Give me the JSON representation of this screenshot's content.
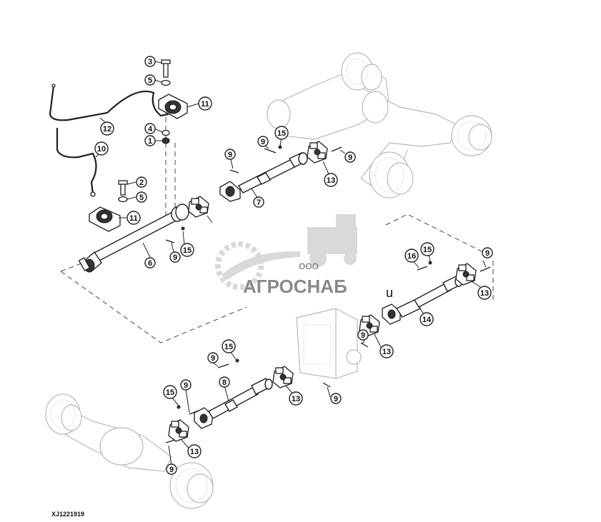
{
  "figure": {
    "reference_code": "XJ1221919"
  },
  "watermark": {
    "prefix": "ООО",
    "name": "АГРОСНАБ",
    "suffix": "u"
  },
  "callouts": [
    {
      "id": "c3a",
      "label": "3"
    },
    {
      "id": "c5a",
      "label": "5"
    },
    {
      "id": "c11a",
      "label": "11"
    },
    {
      "id": "c12",
      "label": "12"
    },
    {
      "id": "c4",
      "label": "4"
    },
    {
      "id": "c1",
      "label": "1"
    },
    {
      "id": "c10",
      "label": "10"
    },
    {
      "id": "c2",
      "label": "2"
    },
    {
      "id": "c5b",
      "label": "5"
    },
    {
      "id": "c11b",
      "label": "11"
    },
    {
      "id": "c6",
      "label": "6"
    },
    {
      "id": "c9a",
      "label": "9"
    },
    {
      "id": "c15a",
      "label": "15"
    },
    {
      "id": "c9b",
      "label": "9"
    },
    {
      "id": "c9c",
      "label": "9"
    },
    {
      "id": "c15b",
      "label": "15"
    },
    {
      "id": "c9d",
      "label": "9"
    },
    {
      "id": "c13a",
      "label": "13"
    },
    {
      "id": "c7",
      "label": "7"
    },
    {
      "id": "c16",
      "label": "16"
    },
    {
      "id": "c15c",
      "label": "15"
    },
    {
      "id": "c9e",
      "label": "9"
    },
    {
      "id": "c13b",
      "label": "13"
    },
    {
      "id": "c14",
      "label": "14"
    },
    {
      "id": "c9f",
      "label": "9"
    },
    {
      "id": "c13c",
      "label": "13"
    },
    {
      "id": "c15d",
      "label": "15"
    },
    {
      "id": "c9g",
      "label": "9"
    },
    {
      "id": "c8",
      "label": "8"
    },
    {
      "id": "c13d",
      "label": "13"
    },
    {
      "id": "c9h",
      "label": "9"
    },
    {
      "id": "c15e",
      "label": "15"
    },
    {
      "id": "c9i",
      "label": "9"
    },
    {
      "id": "c9j",
      "label": "9"
    },
    {
      "id": "c13e",
      "label": "13"
    }
  ]
}
